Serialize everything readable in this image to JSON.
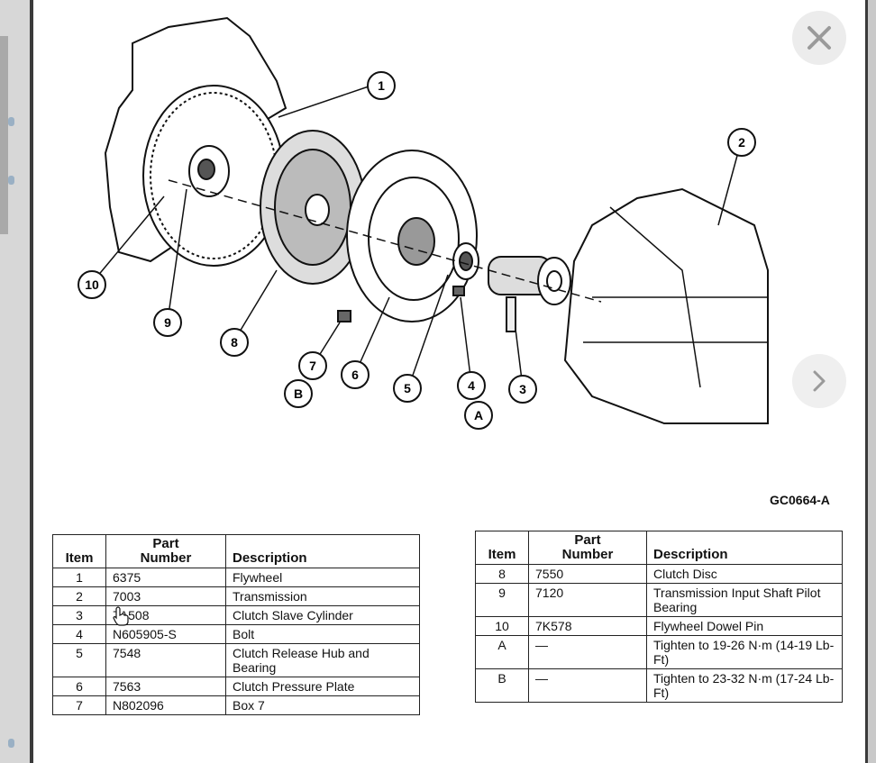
{
  "diagram": {
    "callouts": [
      "1",
      "2",
      "3",
      "4",
      "5",
      "6",
      "7",
      "8",
      "9",
      "10",
      "A",
      "B"
    ],
    "code": "GC0664-A"
  },
  "table_left": {
    "headers": {
      "item": "Item",
      "part_number": "Part\nNumber",
      "description": "Description"
    },
    "rows": [
      {
        "item": "1",
        "part": "6375",
        "desc": "Flywheel"
      },
      {
        "item": "2",
        "part": "7003",
        "desc": "Transmission"
      },
      {
        "item": "3",
        "part": "7A508",
        "desc": "Clutch Slave Cylinder"
      },
      {
        "item": "4",
        "part": "N605905-S",
        "desc": "Bolt"
      },
      {
        "item": "5",
        "part": "7548",
        "desc": "Clutch Release Hub and Bearing"
      },
      {
        "item": "6",
        "part": "7563",
        "desc": "Clutch Pressure Plate"
      },
      {
        "item": "7",
        "part": "N802096",
        "desc": "Box 7"
      }
    ]
  },
  "table_right": {
    "headers": {
      "item": "Item",
      "part_number": "Part\nNumber",
      "description": "Description"
    },
    "rows": [
      {
        "item": "8",
        "part": "7550",
        "desc": "Clutch Disc"
      },
      {
        "item": "9",
        "part": "7120",
        "desc": "Transmission Input Shaft Pilot Bearing"
      },
      {
        "item": "10",
        "part": "7K578",
        "desc": "Flywheel Dowel Pin"
      },
      {
        "item": "A",
        "part": "—",
        "desc": "Tighten to 19-26 N·m (14-19 Lb-Ft)"
      },
      {
        "item": "B",
        "part": "—",
        "desc": "Tighten to 23-32 N·m (17-24 Lb-Ft)"
      }
    ]
  },
  "controls": {
    "close_icon": "close-icon",
    "next_icon": "chevron-right-icon"
  }
}
